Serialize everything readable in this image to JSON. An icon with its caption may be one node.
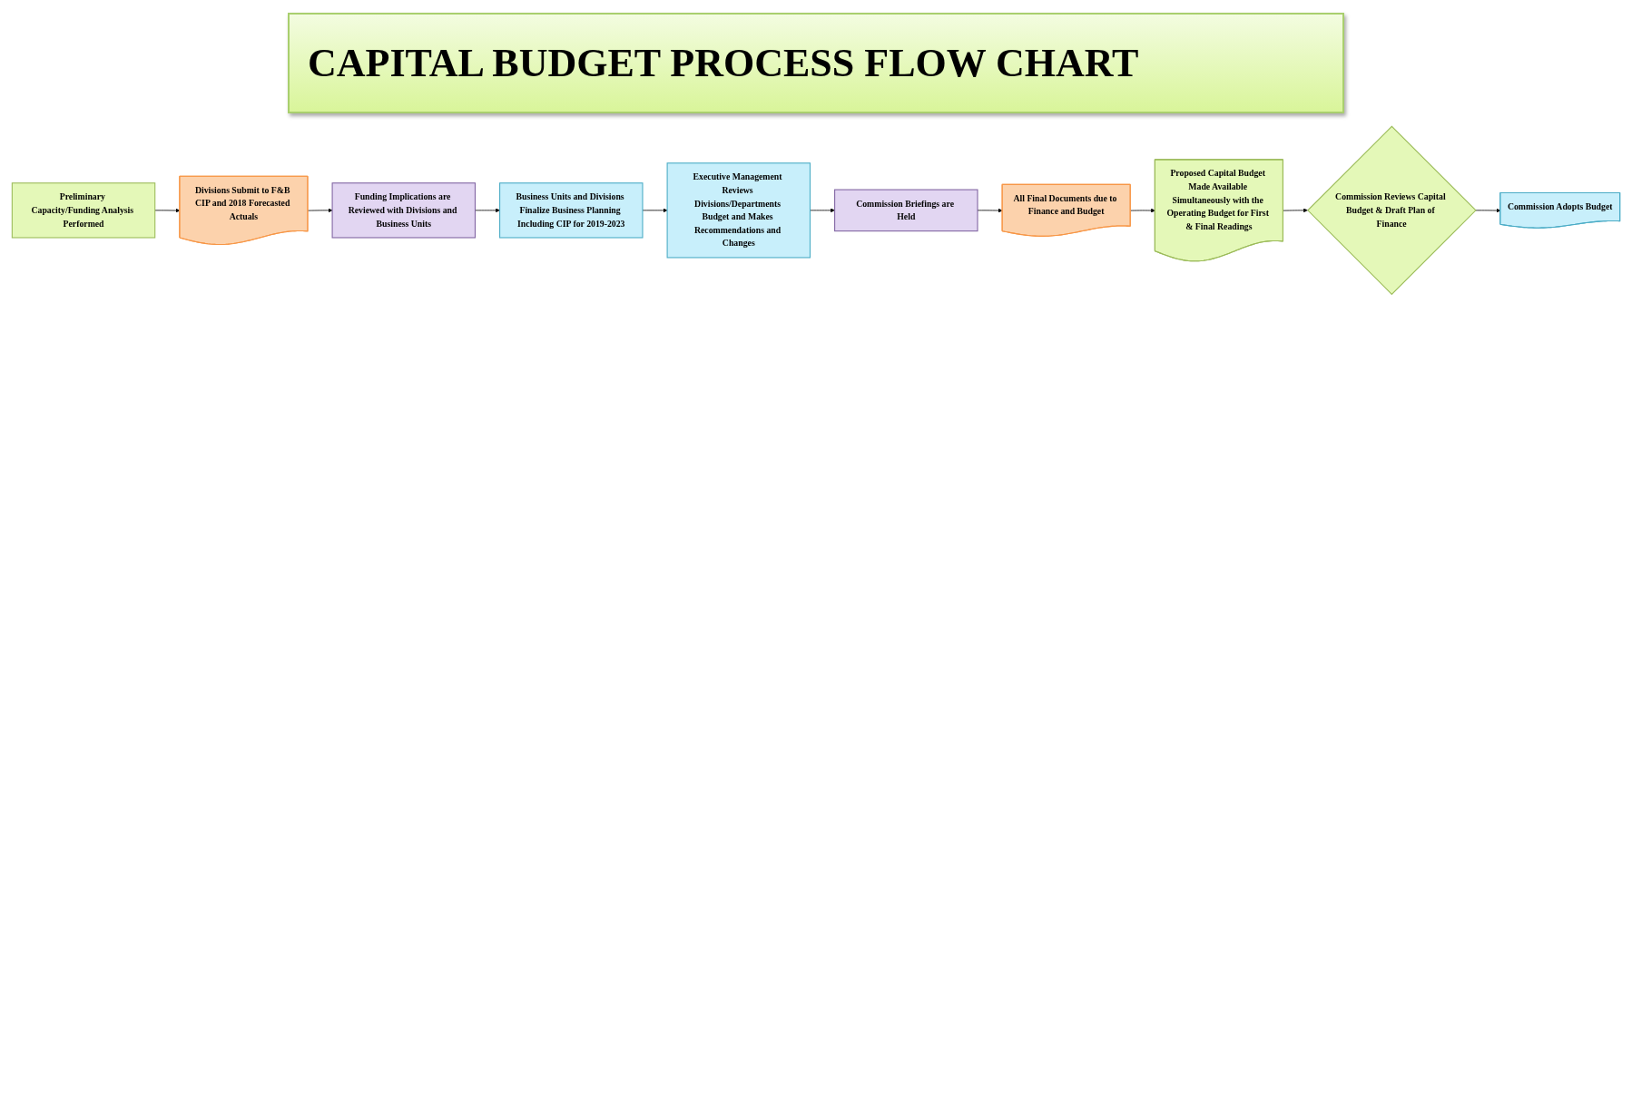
{
  "diagram": {
    "title": "CAPITAL BUDGET PROCESS FLOW CHART",
    "nodes": [
      {
        "text": [
          "Preliminary Capacity/Funding Analysis Performed"
        ]
      },
      {
        "text": [
          "Divisions Submit to F&B CIP and 2018 Forecasted Actuals"
        ]
      },
      {
        "text": [
          "Funding Implications are Reviewed with Divisions and Business Units"
        ]
      },
      {
        "text": [
          "Business Units and Divisions Finalize Business Planning Including CIP for 2019-2023"
        ]
      },
      {
        "text": [
          "Proposed Capital Budget Made Available Simultaneously with the Operating Budget for First & Final Readings"
        ]
      },
      {
        "text": [
          "All Final Documents due to Finance and Budget"
        ]
      },
      {
        "text": [
          "Commission Briefings are Held"
        ]
      },
      {
        "text": [
          "Executive Management Reviews Divisions/Departments Budget and Makes Recommendations and Changes"
        ]
      },
      {
        "text": [
          "Commission Reviews Capital Budget & Draft Plan of Finance"
        ]
      },
      {
        "text": [
          "Commission Adopts Budget"
        ]
      }
    ],
    "edges": [
      {
        "from": 0,
        "to": 1,
        "arrow": "to"
      },
      {
        "from": 1,
        "to": 2,
        "arrow": "to"
      },
      {
        "from": 2,
        "to": 3,
        "arrow": "to"
      },
      {
        "from": 3,
        "to": 7,
        "arrow": "to"
      },
      {
        "from": 7,
        "to": 6,
        "arrow": "to"
      },
      {
        "from": 6,
        "to": 5,
        "arrow": "to"
      },
      {
        "from": 5,
        "to": 4,
        "arrow": "to"
      },
      {
        "from": 4,
        "to": 8,
        "arrow": "to"
      },
      {
        "from": 8,
        "to": 9,
        "arrow": "to"
      }
    ]
  }
}
